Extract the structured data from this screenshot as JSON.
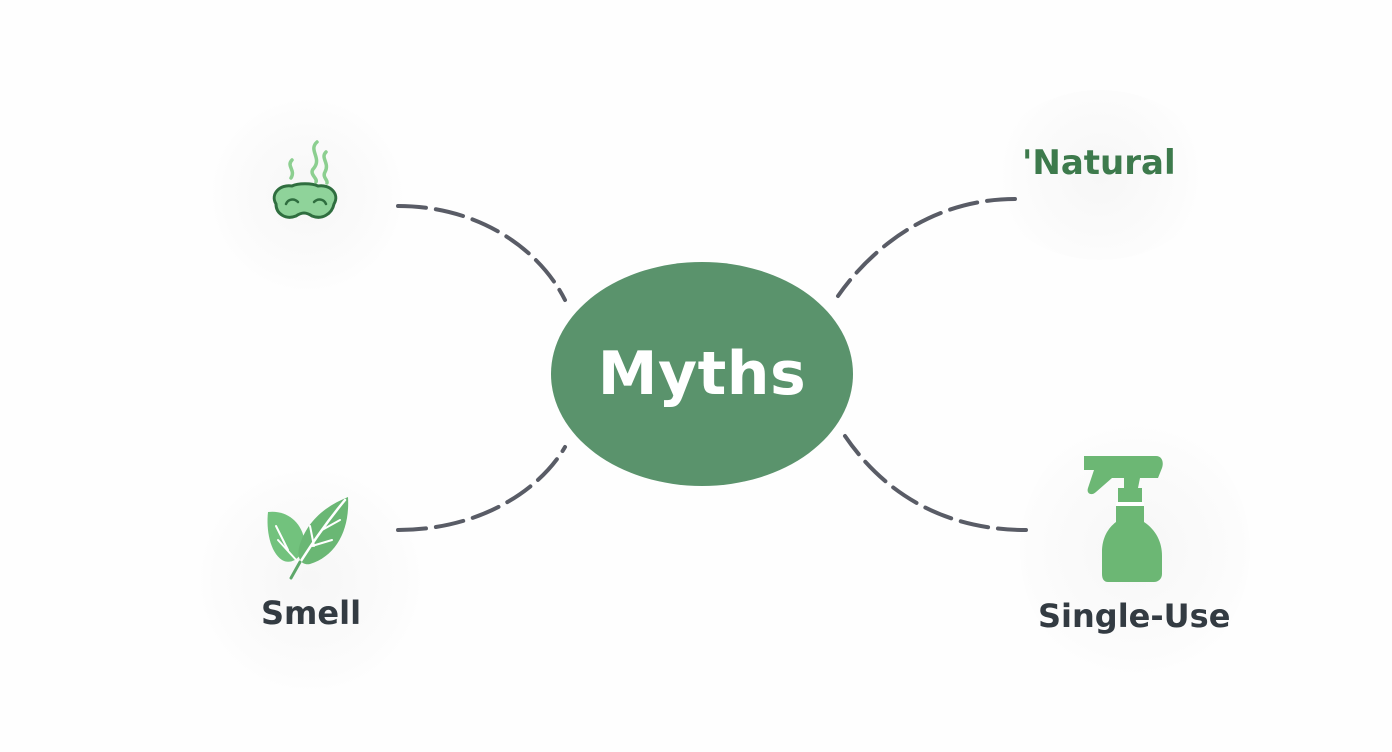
{
  "center": {
    "label": "Myths"
  },
  "nodes": {
    "natural": {
      "label": "'Natural"
    },
    "smell": {
      "label": "Smell"
    },
    "single_use": {
      "label": "Single-Use"
    }
  },
  "icons": {
    "top_left": "nose-smell-icon",
    "bottom_left": "leaf-icon",
    "bottom_right": "spray-bottle-icon"
  },
  "colors": {
    "center_fill": "#5a936c",
    "icon_green": "#6fbe78",
    "icon_outline": "#3d7a4c",
    "connector": "#595c66",
    "label_dark": "#333b42",
    "label_green": "#3d7a4c"
  }
}
